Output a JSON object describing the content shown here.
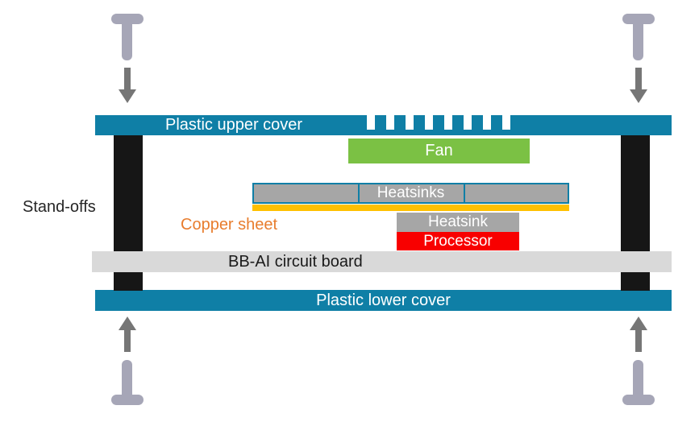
{
  "labels": {
    "upper_cover": "Plastic upper cover",
    "fan": "Fan",
    "standoffs": "Stand-offs",
    "heatsinks": "Heatsinks",
    "copper_sheet": "Copper sheet",
    "heatsink": "Heatsink",
    "processor": "Processor",
    "circuit_board": "BB-AI circuit board",
    "lower_cover": "Plastic lower cover"
  },
  "colors": {
    "cover_teal": "#0f7fa6",
    "fan_green": "#7bc144",
    "heatsink_gray": "#a6a6a6",
    "processor_red": "#f80000",
    "board_gray": "#d9d9d9",
    "copper_gold": "#ffc000",
    "copper_label_orange": "#e87d2e",
    "standoff_black": "#161616",
    "screw_gray": "#a6a6b7",
    "arrow_gray": "#767676"
  }
}
